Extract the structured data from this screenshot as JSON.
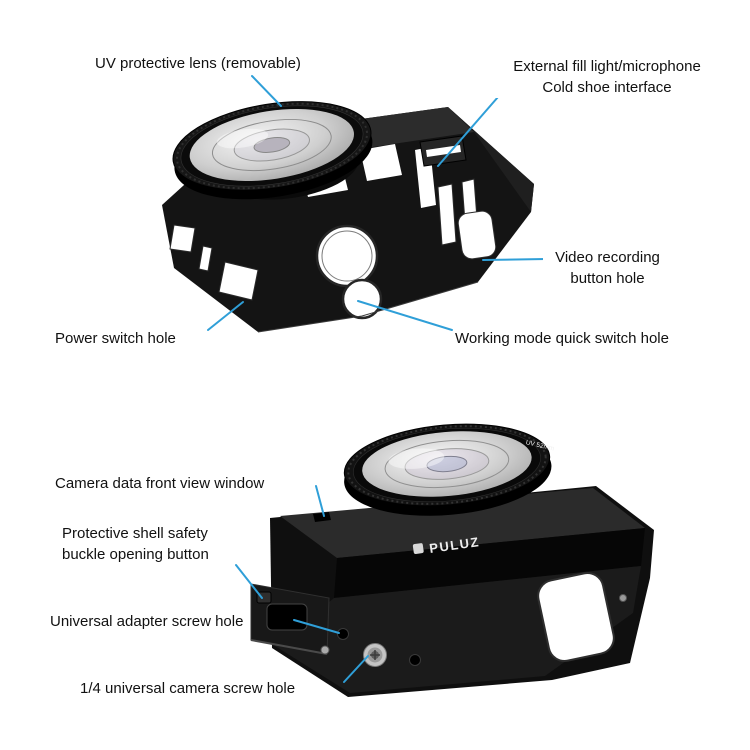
{
  "colors": {
    "annotation_line": "#2f9fd8",
    "label_text": "#111111",
    "background": "#ffffff"
  },
  "top_view": {
    "labels": {
      "uv_lens": "UV protective lens (removable)",
      "cold_shoe_line1": "External fill light/microphone",
      "cold_shoe_line2": "Cold shoe interface",
      "video_button_line1": "Video recording",
      "video_button_line2": "button hole",
      "power_switch": "Power switch hole",
      "working_mode": "Working mode quick switch hole"
    }
  },
  "bottom_view": {
    "labels": {
      "front_window": "Camera data front view window",
      "buckle_line1": "Protective shell safety",
      "buckle_line2": "buckle opening button",
      "adapter_screw": "Universal adapter screw hole",
      "quarter_screw": "1/4 universal camera screw hole"
    },
    "product": {
      "brand": "PULUZ",
      "lens_marking": "UV 52mm"
    }
  }
}
